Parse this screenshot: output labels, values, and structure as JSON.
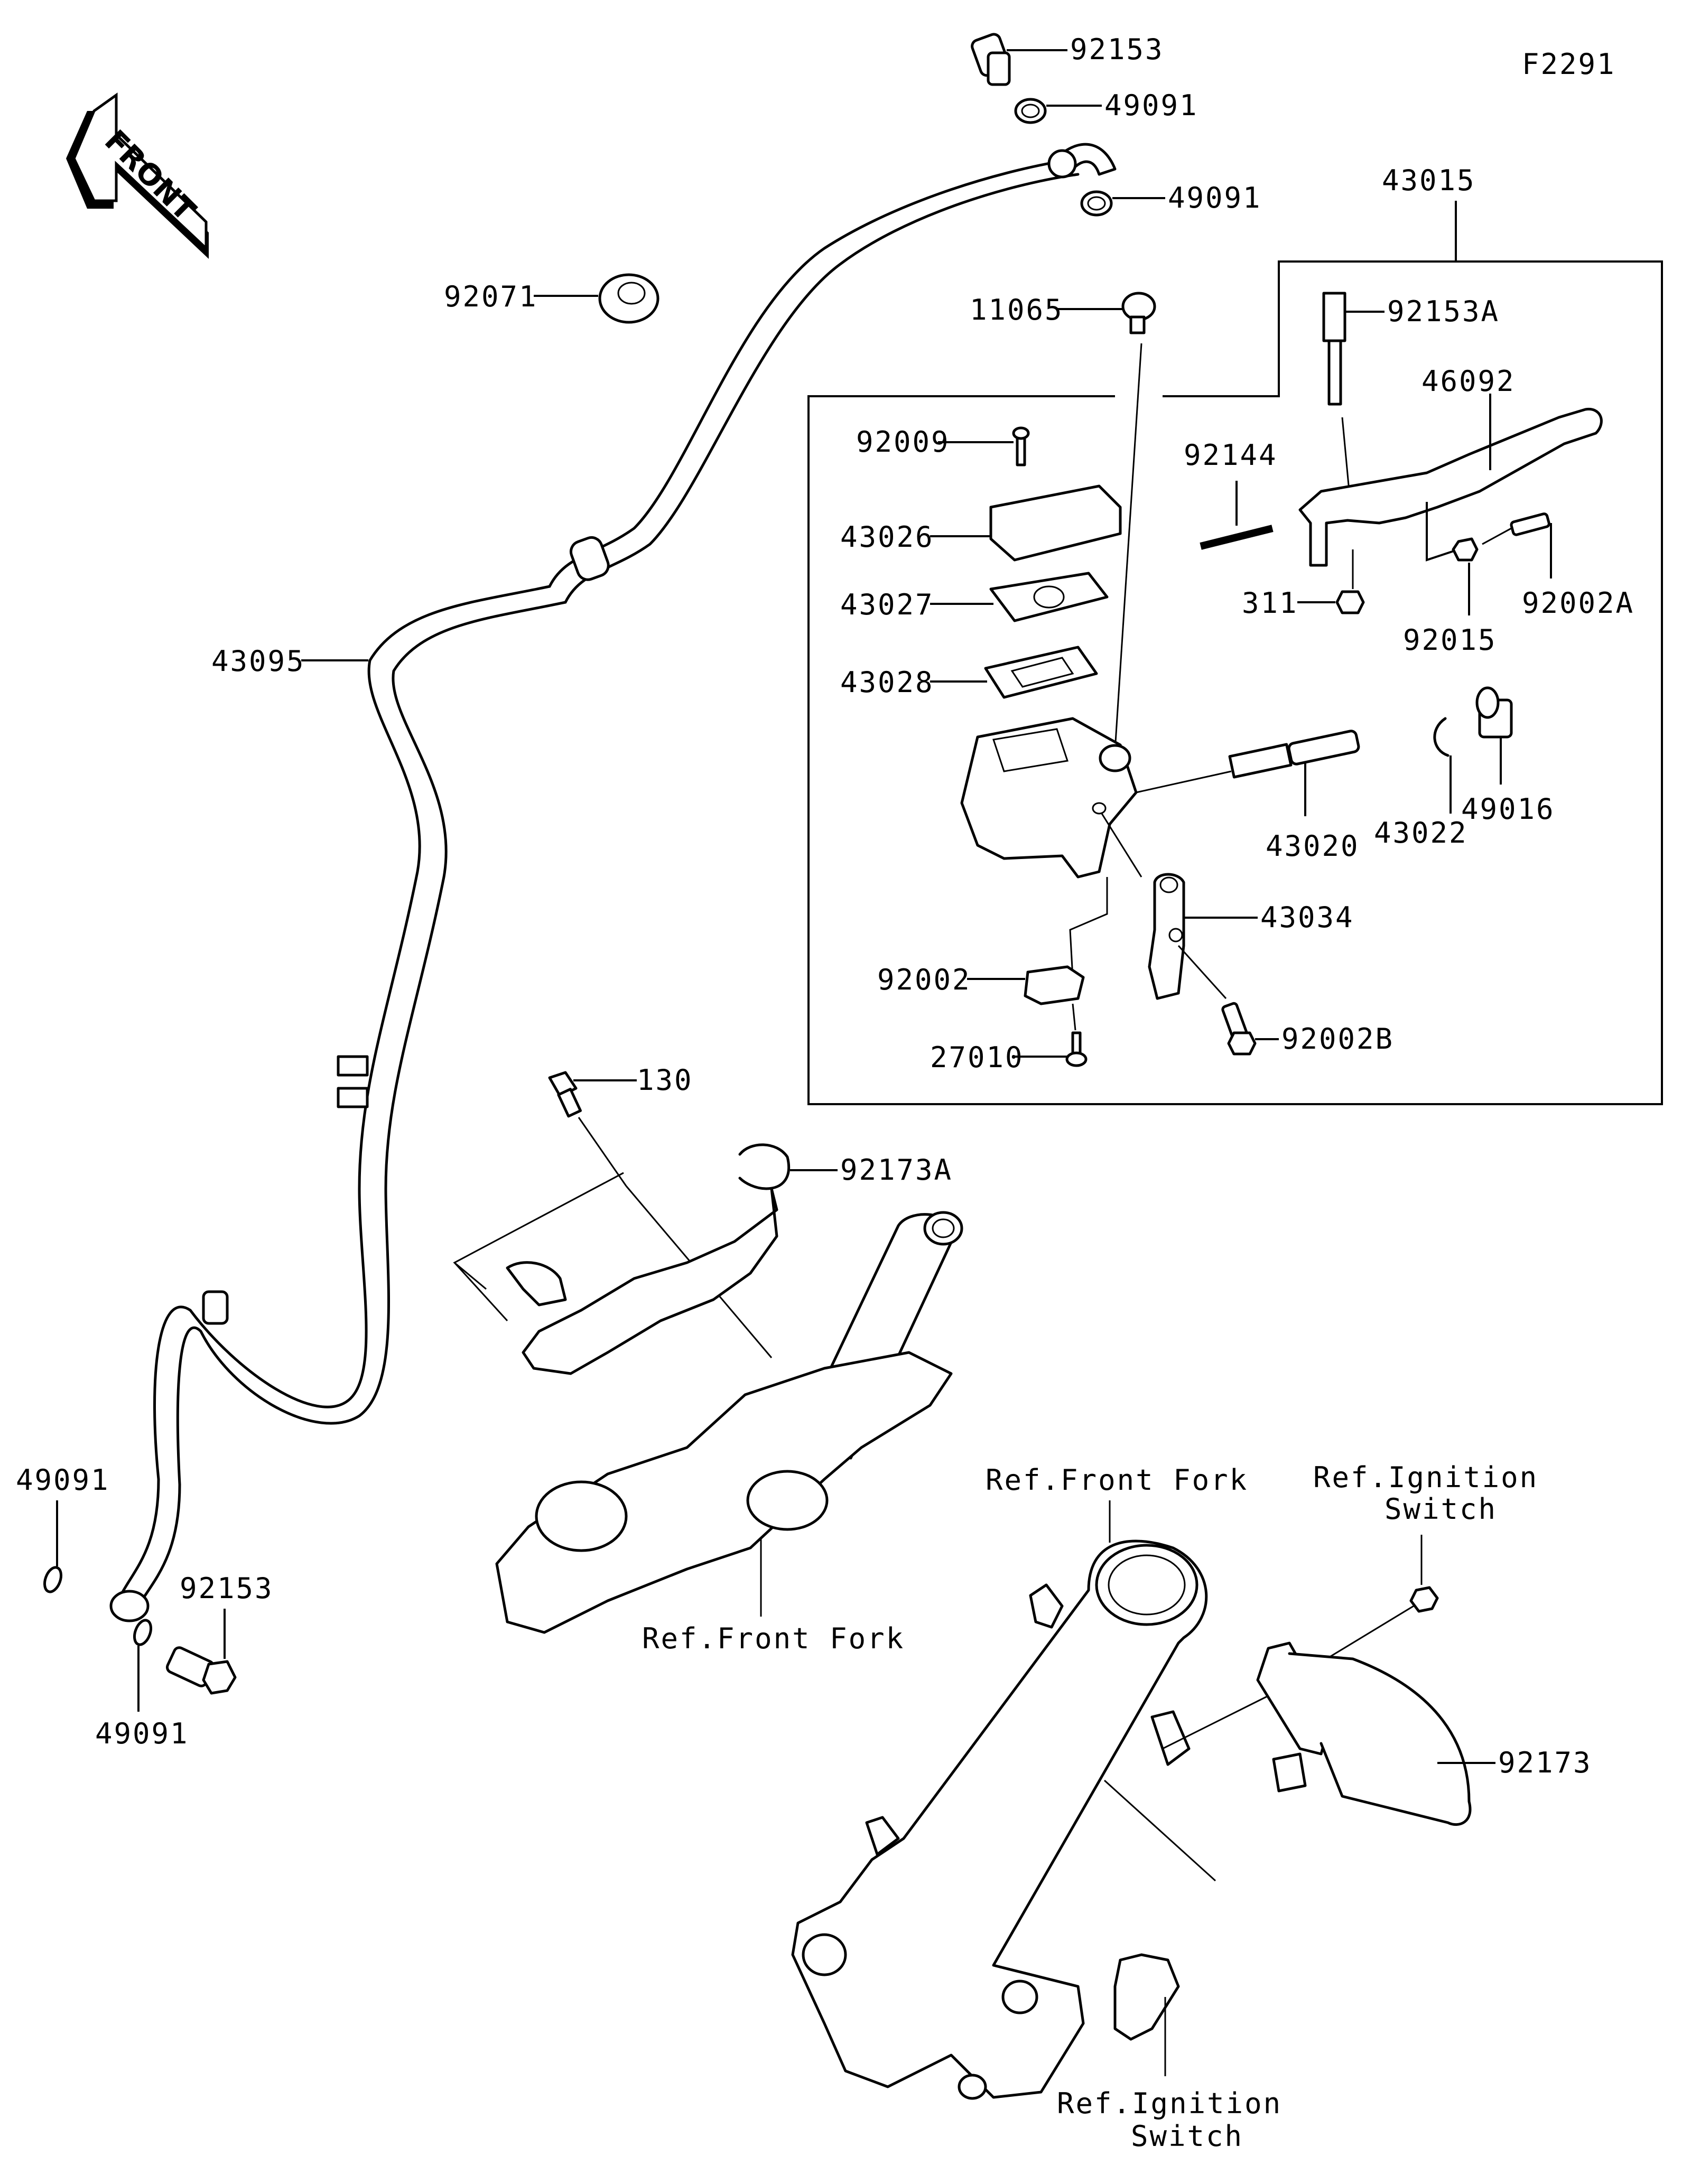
{
  "diagram": {
    "figure_code": "F2291",
    "direction_indicator": "FRONT",
    "parts": {
      "banjo_bolt_top": "92153",
      "washer_top_1": "49091",
      "washer_top_2": "49091",
      "grommet": "92071",
      "brake_hose": "43095",
      "master_cylinder_assy": "43015",
      "cap": "11065",
      "adjuster_bolt": "92153A",
      "lever": "46092",
      "screw_cap": "92009",
      "reservoir_cap": "43026",
      "plate": "43027",
      "diaphragm": "43028",
      "spring": "92144",
      "nut_311": "311",
      "nut_92015": "92015",
      "bolt_92002A": "92002A",
      "piston_assy": "43020",
      "circlip": "43022",
      "dust_boot": "49016",
      "holder": "43034",
      "switch_bolt": "92002",
      "screw_27010": "27010",
      "bolt_92002B": "92002B",
      "bolt_130": "130",
      "clamp_92173A": "92173A",
      "washer_bottom_1": "49091",
      "washer_bottom_2": "49091",
      "banjo_bolt_bottom": "92153",
      "clamp_92173": "92173"
    },
    "references": {
      "front_fork_upper": "Ref.Front Fork",
      "front_fork_lower": "Ref.Front Fork",
      "ignition_switch_upper_1": "Ref.Ignition",
      "ignition_switch_upper_2": "Switch",
      "ignition_switch_lower_1": "Ref.Ignition",
      "ignition_switch_lower_2": "Switch"
    }
  }
}
